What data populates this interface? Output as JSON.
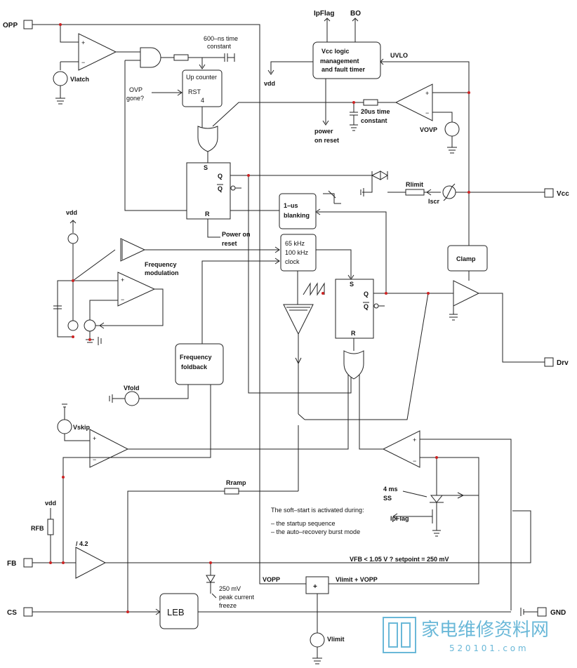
{
  "pins": {
    "opp": "OPP",
    "vcc": "Vcc",
    "drv": "Drv",
    "fb": "FB",
    "cs": "CS",
    "gnd": "GND",
    "ipflag_top": "IpFlag",
    "bo_top": "BO"
  },
  "blocks": {
    "vcc_logic": [
      "Vcc logic",
      "management",
      "and fault timer"
    ],
    "up_counter": [
      "Up counter",
      "RST",
      "4"
    ],
    "blanking": [
      "1–us",
      "blanking"
    ],
    "clock": [
      "65 kHz",
      "100 kHz",
      "clock"
    ],
    "clamp": "Clamp",
    "freq_foldback": [
      "Frequency",
      "foldback"
    ],
    "leb": "LEB",
    "sum": "+"
  },
  "flipflops": {
    "s": "S",
    "q": "Q",
    "qbar": "Q",
    "r": "R"
  },
  "labels": {
    "vlatch": "Vlatch",
    "time_constant": [
      "600–ns time",
      "constant"
    ],
    "ovp_gone": [
      "OVP",
      "gone?"
    ],
    "uvlo": "UVLO",
    "vdd_top": "vdd",
    "power_on_reset_top": [
      "power",
      "on reset"
    ],
    "time_20us": [
      "20us time",
      "constant"
    ],
    "vovp": "VOVP",
    "rlimit": "Rlimit",
    "iscr": "Iscr",
    "power_on_reset": [
      "Power on",
      "reset"
    ],
    "vdd_left": "vdd",
    "freq_mod": [
      "Frequency",
      "modulation"
    ],
    "vfold": "Vfold",
    "vskip": "Vskip",
    "rramp": "Rramp",
    "ss": [
      "4 ms",
      "SS"
    ],
    "ipflag": "IpFlag",
    "softstart_note": [
      "The soft–start is activated during:",
      "– the startup sequence",
      "– the auto–recovery burst mode"
    ],
    "vdd_fb": "vdd",
    "rfb": "RFB",
    "div": "/ 4.2",
    "vfb_cond": "VFB < 1.05 V ?  setpoint = 250 mV",
    "freeze": [
      "250 mV",
      "peak current",
      "freeze"
    ],
    "vopp": "VOPP",
    "vlimit_vopp": "Vlimit + VOPP",
    "vlimit": "Vlimit",
    "plus": "+",
    "minus": "−"
  },
  "watermark": {
    "cn": "家电维修资料网",
    "url": "5 2 0 1 0 1 . c o m"
  }
}
